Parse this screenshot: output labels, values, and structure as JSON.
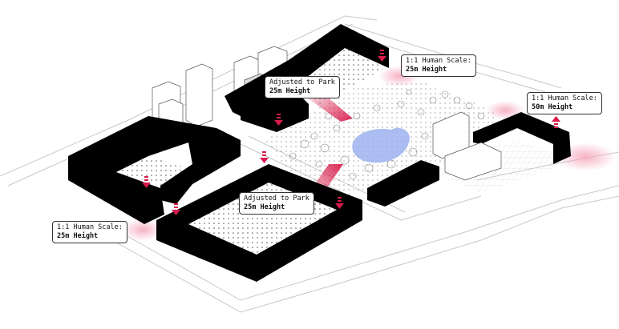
{
  "callouts": [
    {
      "id": "top-right",
      "line1": "1:1 Human Scale:",
      "line2": "25m Height"
    },
    {
      "id": "top-center",
      "line1": "Adjusted to Park",
      "line2": "25m Height"
    },
    {
      "id": "far-right",
      "line1": "1:1 Human Scale:",
      "line2": "50m Height"
    },
    {
      "id": "center",
      "line1": "Adjusted to Park",
      "line2": "25m Height"
    },
    {
      "id": "left",
      "line1": "1:1 Human Scale:",
      "line2": "25m Height"
    }
  ],
  "colors": {
    "building": "#000000",
    "arrow": "#d81b4a",
    "glow": "#f2a6bb",
    "water": "#9db3ee",
    "ground_line": "#bdbdbd"
  }
}
